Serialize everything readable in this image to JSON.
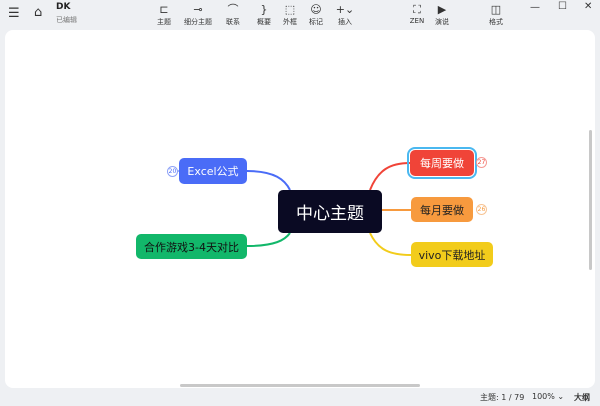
{
  "app": {
    "title": "DK",
    "subtitle": "已编辑"
  },
  "toolbar": [
    {
      "icon": "topic-icon",
      "glyph": "⊏",
      "label": "主题"
    },
    {
      "icon": "subtopic-icon",
      "glyph": "⊸",
      "label": "细分主题"
    },
    {
      "icon": "relation-icon",
      "glyph": "⌒",
      "label": "联系"
    },
    {
      "icon": "summary-icon",
      "glyph": "}",
      "label": "概要"
    },
    {
      "icon": "boundary-icon",
      "glyph": "⬚",
      "label": "外框"
    },
    {
      "icon": "marker-icon",
      "glyph": "☺",
      "label": "标记"
    },
    {
      "icon": "insert-icon",
      "glyph": "+⌄",
      "label": "插入"
    },
    {
      "icon": "zen-icon",
      "glyph": "⛶",
      "label": "ZEN"
    },
    {
      "icon": "present-icon",
      "glyph": "▶",
      "label": "演说"
    },
    {
      "icon": "format-icon",
      "glyph": "◫",
      "label": "格式"
    }
  ],
  "mindmap": {
    "central": {
      "label": "中心主题",
      "color": "#0a0a23"
    },
    "branches": [
      {
        "label": "Excel公式",
        "color": "#4a6cf7",
        "badge": "20"
      },
      {
        "label": "合作游戏3-4天对比",
        "color": "#12b76a",
        "badge": ""
      },
      {
        "label": "每周要做",
        "color": "#f04438",
        "badge": "27",
        "selected": true
      },
      {
        "label": "每月要做",
        "color": "#f79a3e",
        "badge": "26"
      },
      {
        "label": "vivo下载地址",
        "color": "#f2cc1b",
        "badge": ""
      }
    ]
  },
  "status": {
    "topic_count": "主题: 1 / 79",
    "zoom": "100%",
    "outline": "大纲"
  }
}
